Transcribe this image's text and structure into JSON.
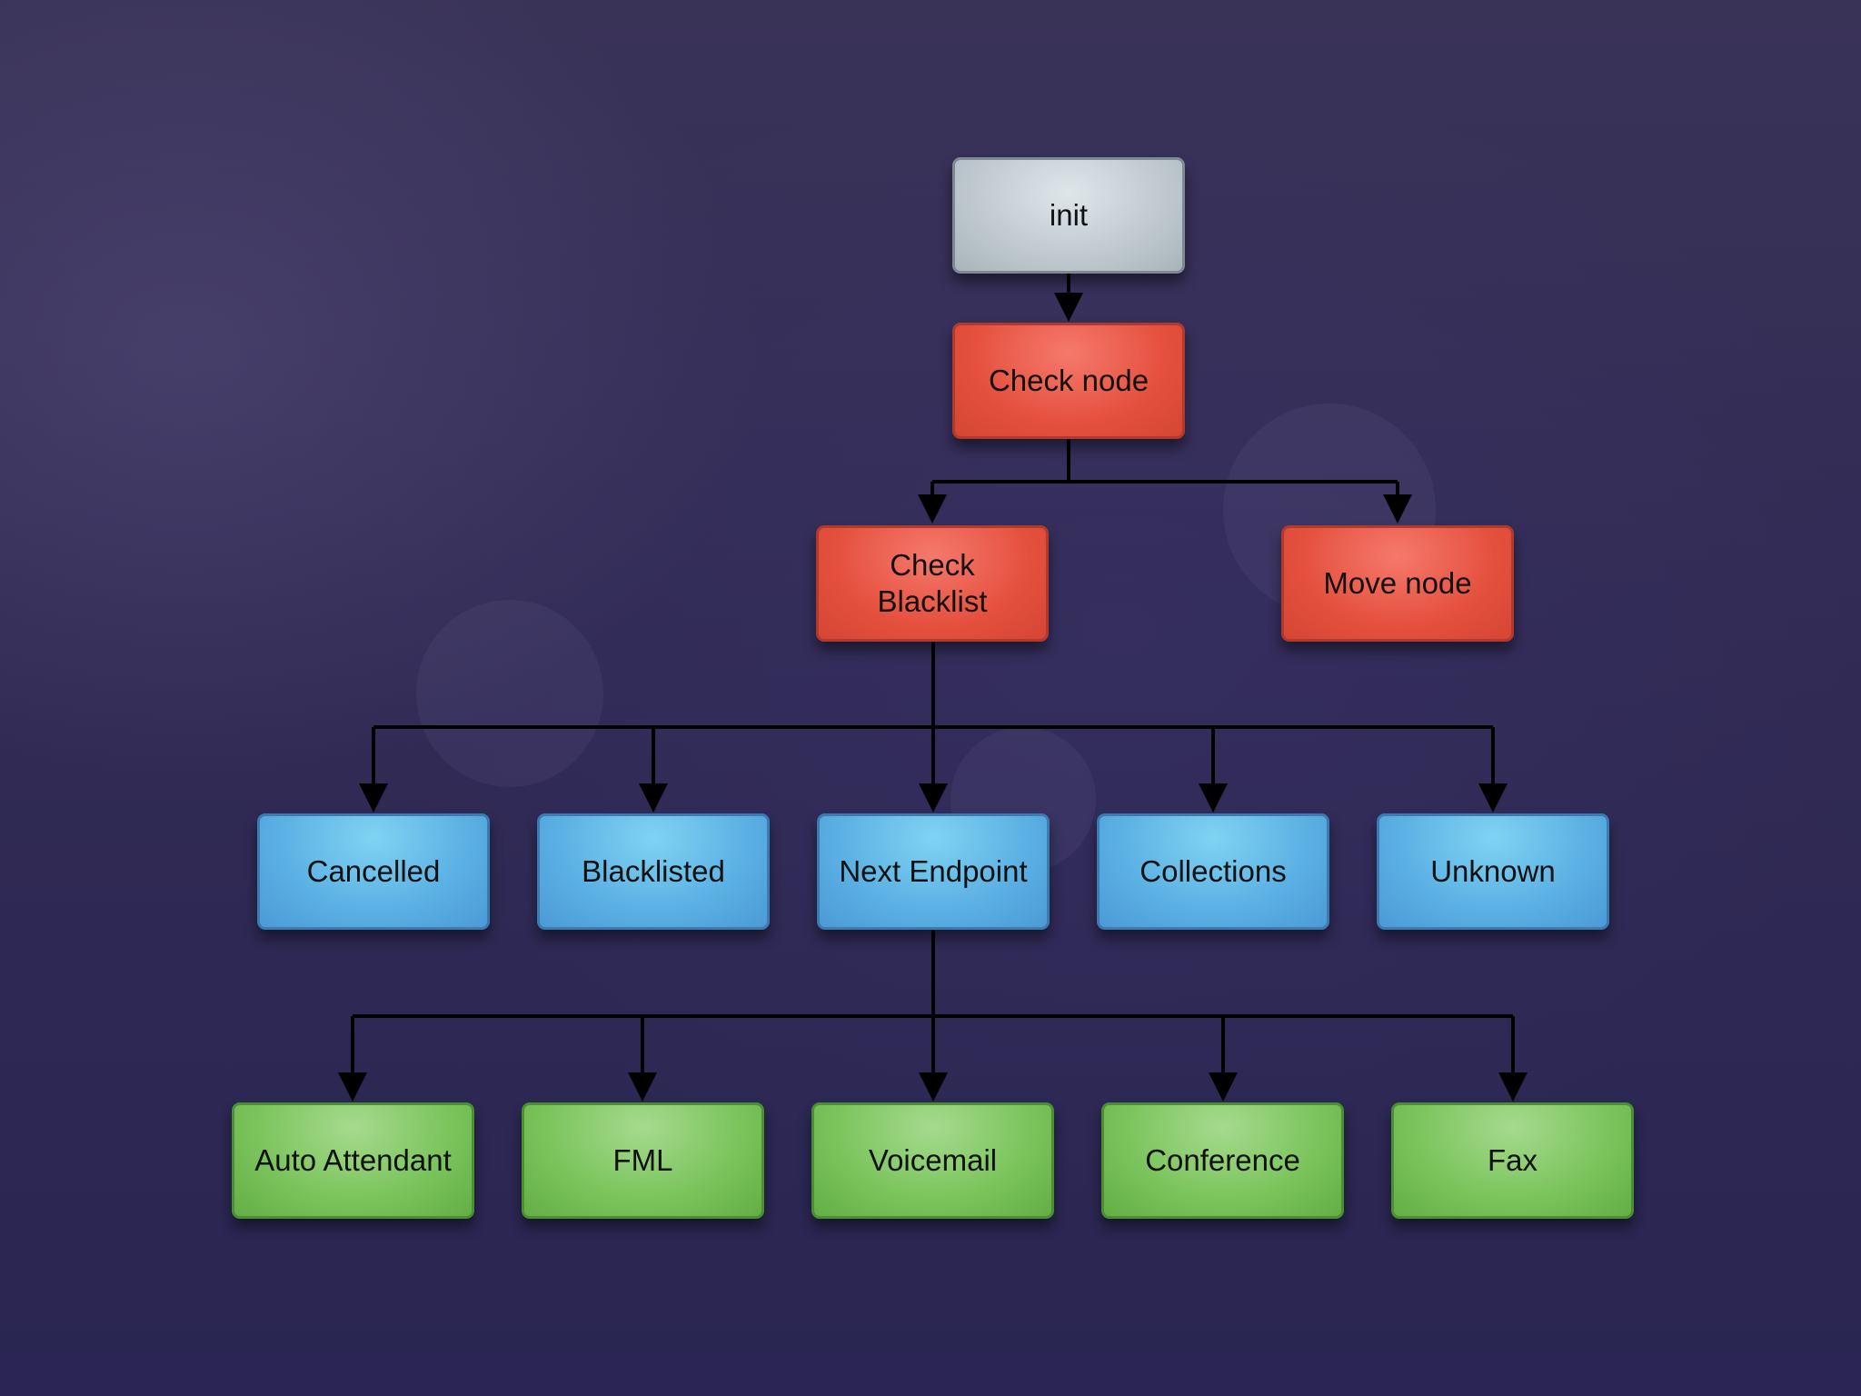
{
  "nodes": {
    "init": "init",
    "check_node": "Check node",
    "check_blacklist": "Check\nBlacklist",
    "move_node": "Move node",
    "cancelled": "Cancelled",
    "blacklisted": "Blacklisted",
    "next_endpoint": "Next Endpoint",
    "collections": "Collections",
    "unknown": "Unknown",
    "auto_attendant": "Auto Attendant",
    "fml": "FML",
    "voicemail": "Voicemail",
    "conference": "Conference",
    "fax": "Fax"
  },
  "colors": {
    "start": "#bcc6cc",
    "process": "#e5503e",
    "result": "#5aafe3",
    "endpoint": "#79c35a",
    "connector": "#000000"
  }
}
